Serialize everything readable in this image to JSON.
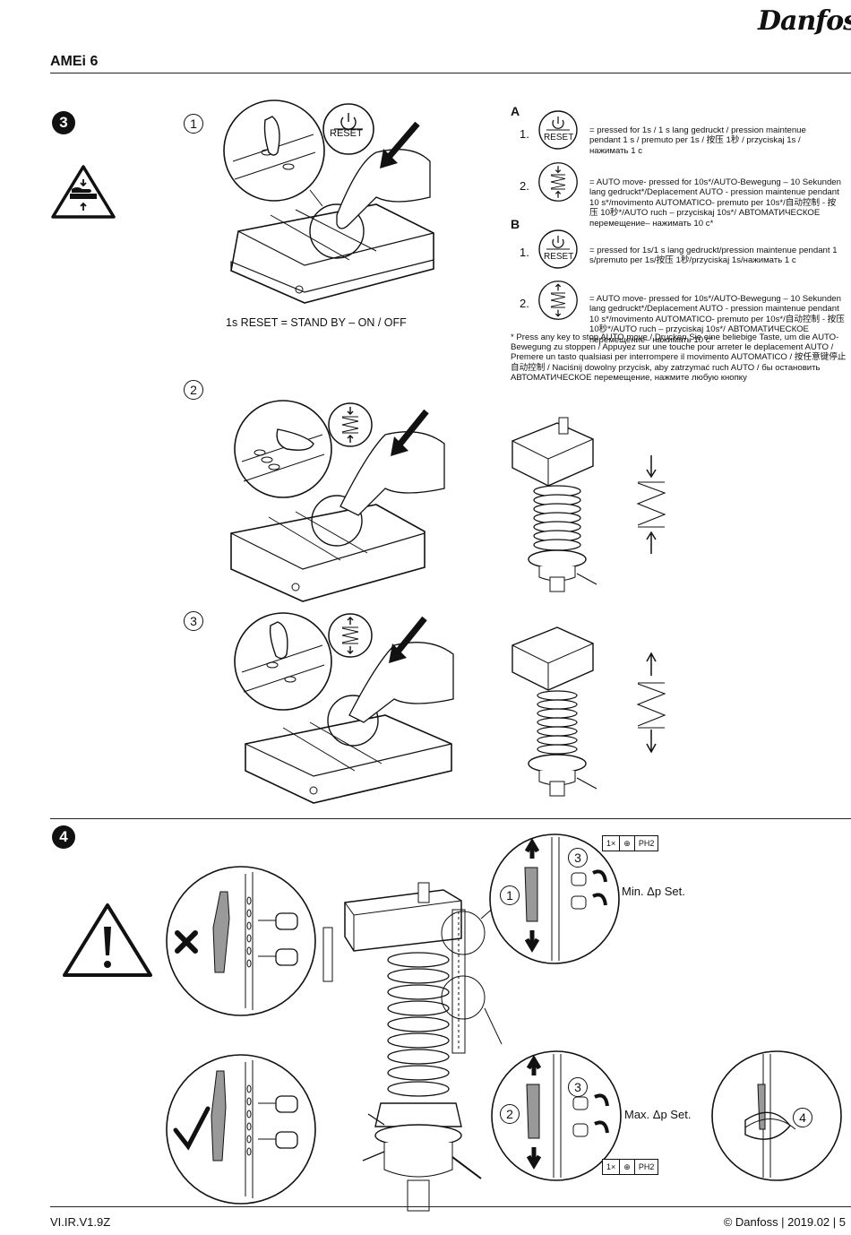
{
  "header": {
    "brand": "Danfoss",
    "model": "AMEi 6"
  },
  "step3": {
    "number": "3",
    "sub1": "1",
    "sub2": "2",
    "sub3": "3",
    "reset_label": "RESET",
    "caption": "1s RESET = STAND BY – ON / OFF"
  },
  "section_a": {
    "letter": "A",
    "items": [
      {
        "num": "1.",
        "text": "= pressed for 1s / 1 s lang gedruckt / pression maintenue pendant 1 s / premuto per 1s / 按压 1秒 / przyciskaj 1s / нажимать 1 с"
      },
      {
        "num": "2.",
        "text": "= AUTO move- pressed for 10s*/AUTO-Bewegung – 10 Sekunden lang gedruckt*/Deplacement AUTO - pression maintenue pendant 10 s*/movimento AUTOMATICO- premuto per 10s*/自动控制 - 按压 10秒*/AUTO ruch – przyciskaj 10s*/ АВТОМАТИЧЕСКОЕ перемещение– нажимать 10 с*"
      }
    ]
  },
  "section_b": {
    "letter": "B",
    "items": [
      {
        "num": "1.",
        "text": "= pressed for 1s/1 s lang gedruckt/pression maintenue pendant 1 s/premuto per 1s/按压 1秒/przyciskaj 1s/нажимать 1 с"
      },
      {
        "num": "2.",
        "text": "= AUTO move- pressed for 10s*/AUTO-Bewegung – 10 Sekunden lang gedruckt*/Deplacement AUTO - pression maintenue pendant 10 s*/movimento AUTOMATICO- premuto per 10s*/自动控制 - 按压 10秒*/AUTO ruch – przyciskaj 10s*/ АВТОМАТИЧЕСКОЕ перемещение– нажимать 10 с*"
      }
    ]
  },
  "note": "* Press any key to stop AUTO move / Drucken Sie eine beliebige Taste, um die AUTO-Bewegung zu stoppen / Appuyez sur une touche pour arreter le deplacement AUTO / Premere un tasto qualsiasi per interrompere il movimento AUTOMATICO / 按任意键停止自动控制 / Naciśnij dowolny przycisk, aby zatrzymać ruch AUTO / бы остановить АВТОМАТИЧЕСКОЕ перемещение, нажмите любую кнопку",
  "step4": {
    "number": "4",
    "min_label": "Min. Δp Set.",
    "max_label": "Max. Δp Set.",
    "tool_qty": "1×",
    "tool_bit": "PH2",
    "c1": "1",
    "c2": "2",
    "c3a": "3",
    "c3b": "3",
    "c4": "4"
  },
  "footer": {
    "left": "VI.IR.V1.9Z",
    "right": "© Danfoss | 2019.02 | 5"
  }
}
